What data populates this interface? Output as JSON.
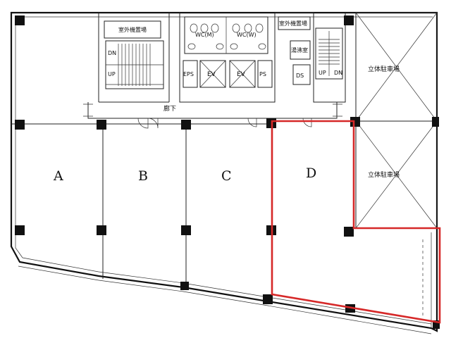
{
  "units": {
    "a": "A",
    "b": "B",
    "c": "C",
    "d": "D"
  },
  "rooms": {
    "outdoor_machine_left": "室外機置場",
    "outdoor_machine_right": "室外機置場",
    "wc_men": "WC(M)",
    "wc_women": "WC(W)",
    "eps": "EPS",
    "ev1": "EV",
    "ev2": "EV",
    "ps": "PS",
    "kitchenette": "湯沸室",
    "ds": "DS",
    "corridor": "廊下",
    "parking_upper": "立体駐車場",
    "parking_lower": "立体駐車場"
  },
  "stairs": {
    "left_dn": "DN",
    "left_up": "UP",
    "right_up": "UP",
    "right_dn": "DN"
  },
  "colors": {
    "highlight": "#d62828",
    "line": "#111111",
    "background": "#ffffff"
  }
}
